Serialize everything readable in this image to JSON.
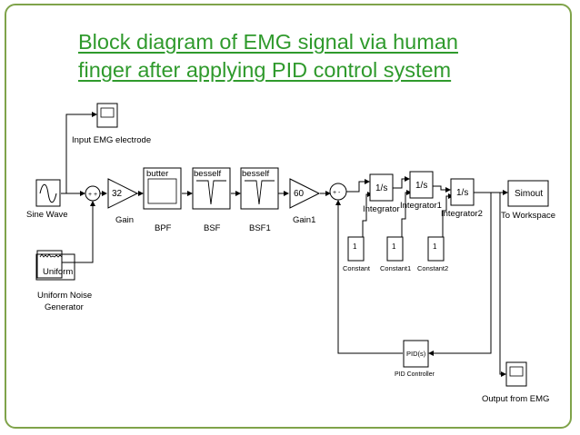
{
  "slide": {
    "title_line1": "Block diagram of EMG signal via human",
    "title_line2": "finger after applying PID control system"
  },
  "diagram": {
    "input_scope_label": "Input EMG electrode",
    "sine_wave_label": "Sine Wave",
    "uniform_inner_label": "Uniform",
    "uniform_label_line1": "Uniform Noise",
    "uniform_label_line2": "Generator",
    "sum1_signs": "+ +",
    "gain_value": "32",
    "gain_label": "Gain",
    "bpf_top_label": "butter",
    "bpf_label": "BPF",
    "bsf_top_label": "besself",
    "bsf_label": "BSF",
    "bsf1_top_label": "besself",
    "bsf1_label": "BSF1",
    "gain1_value": "60",
    "gain1_label": "Gain1",
    "sum2_signs": "+ -",
    "integrator_symbol": "1/s",
    "integrator_label": "Integrator",
    "integrator1_symbol": "1/s",
    "integrator1_label": "Integrator1",
    "integrator2_symbol": "1/s",
    "integrator2_label": "Integrator2",
    "simout_inner_label": "Simout",
    "simout_label": "To Workspace",
    "constant_value": "1",
    "constant_label": "Constant",
    "constant1_value": "1",
    "constant1_label": "Constant1",
    "constant2_value": "1",
    "constant2_label": "Constant2",
    "pid_inner_label": "PID(s)",
    "pid_label": "PID Controller",
    "output_scope_label": "Output from EMG"
  }
}
